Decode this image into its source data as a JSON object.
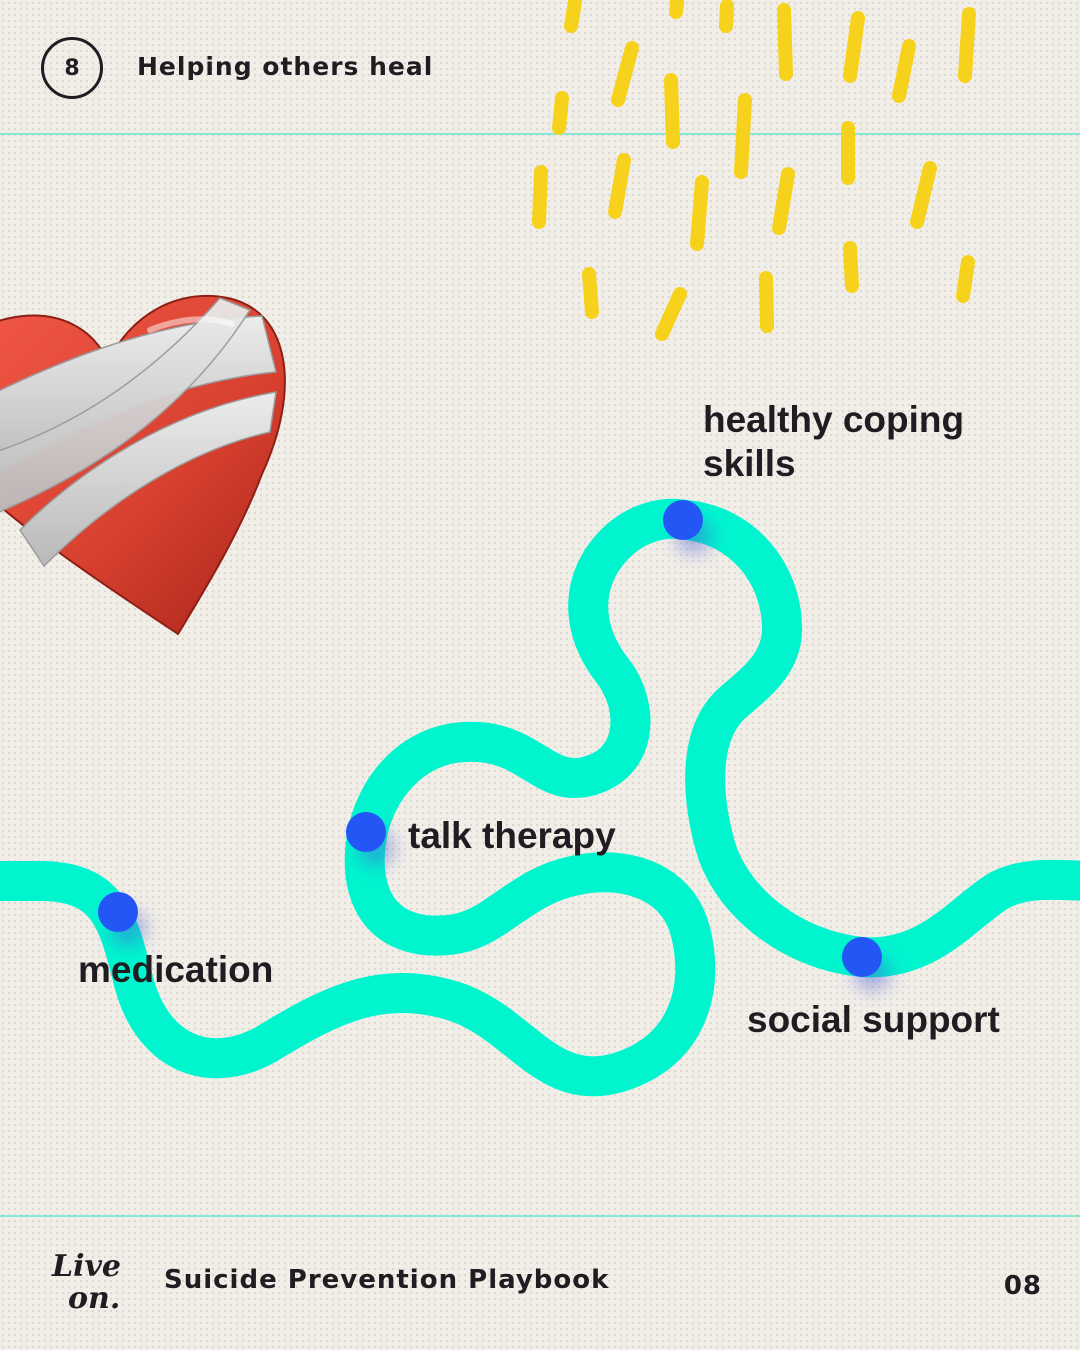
{
  "header": {
    "step_number": "8",
    "title": "Helping others heal"
  },
  "illustration": {
    "heart": "bandaged-heart-icon",
    "path_labels": {
      "medication": "medication",
      "talk_therapy": "talk therapy",
      "healthy_coping_skills": [
        "healthy coping",
        "skills"
      ],
      "social_support": "social support"
    }
  },
  "footer": {
    "logo_text": [
      "Live",
      "on."
    ],
    "playbook_title": "Suicide Prevention Playbook",
    "page_number": "08"
  },
  "colors": {
    "background": "#f1eee8",
    "path": "#00f5cf",
    "dot": "#2356f5",
    "rain": "#f6d21c",
    "heart": "#e04433",
    "bandage": "#d6d6d6",
    "rule": "#86e8d5",
    "text": "#1f1d22"
  }
}
